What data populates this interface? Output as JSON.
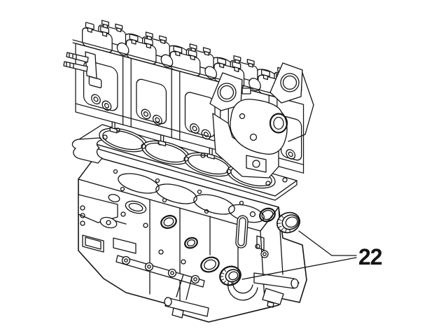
{
  "figure": {
    "background_color": "#ffffff",
    "line_color": "#141414",
    "depicted_parts": [
      "cylinder-head",
      "head-gasket",
      "engine-block",
      "core-plug"
    ],
    "callout": {
      "label": "22"
    }
  }
}
